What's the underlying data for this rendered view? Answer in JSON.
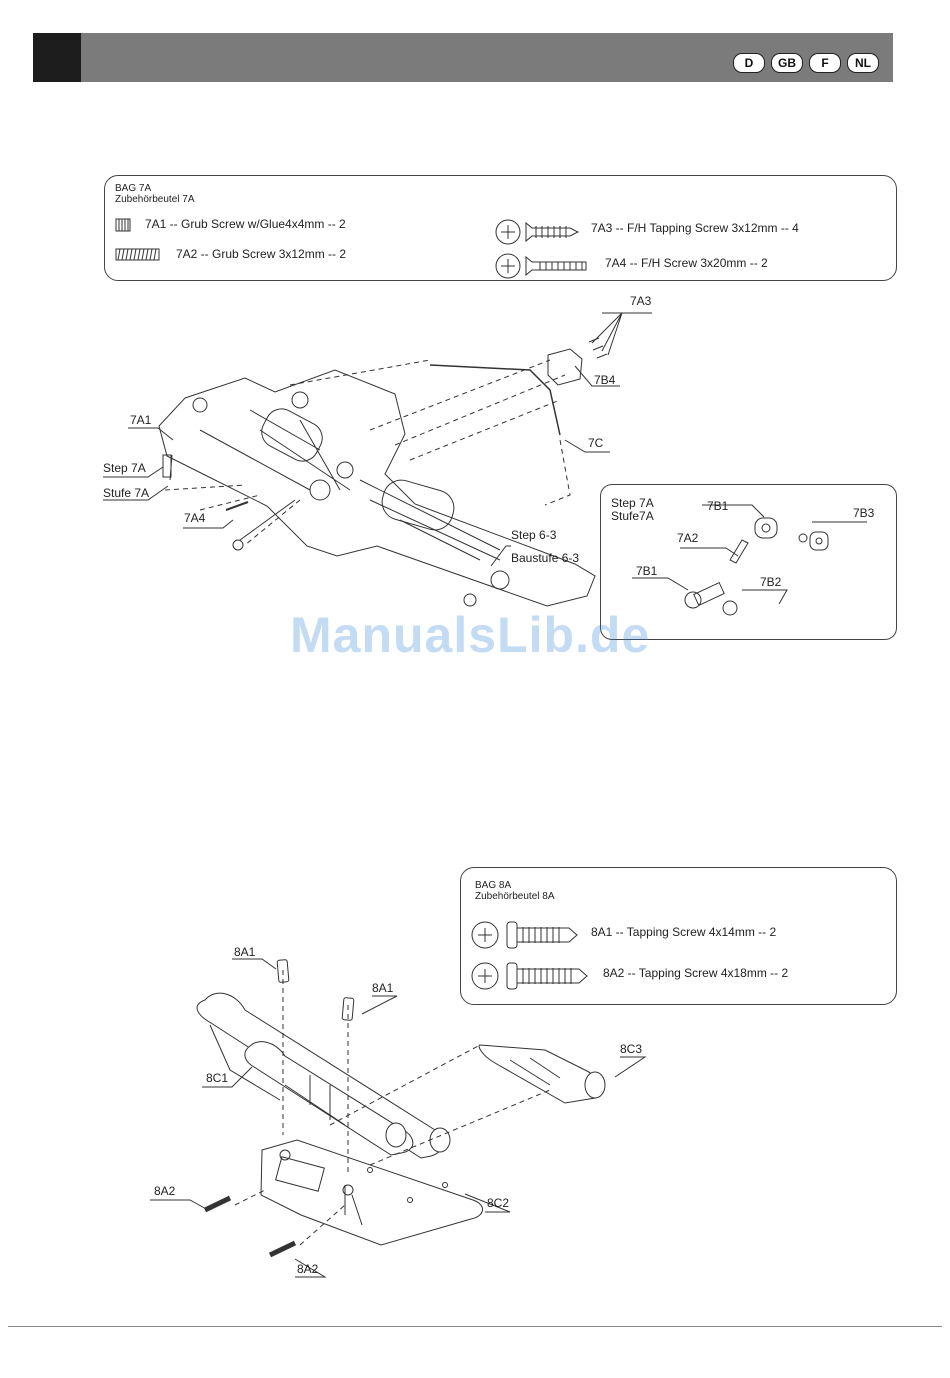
{
  "header": {
    "languages": [
      "D",
      "GB",
      "F",
      "NL"
    ]
  },
  "bag7a": {
    "title": "BAG 7A",
    "subtitle": "Zubehörbeutel 7A",
    "parts": [
      {
        "icon": "grub-screw-short-icon",
        "label": "7A1 -- Grub Screw w/Glue4x4mm -- 2"
      },
      {
        "icon": "grub-screw-long-icon",
        "label": "7A2 -- Grub Screw 3x12mm -- 2"
      },
      {
        "icon": "fh-tapping-screw-icon",
        "label": "7A3 -- F/H Tapping Screw 3x12mm -- 4"
      },
      {
        "icon": "fh-screw-icon",
        "label": "7A4 -- F/H Screw 3x20mm -- 2"
      }
    ]
  },
  "step7a_callouts": {
    "c7A3": "7A3",
    "c7B4": "7B4",
    "c7C": "7C",
    "c7A1": "7A1",
    "stepA": "Step 7A",
    "stufeA": "Stufe 7A",
    "c7A4": "7A4",
    "step63": "Step 6-3",
    "baustufe63": "Baustufe 6-3"
  },
  "inset": {
    "step": "Step 7A",
    "stufe": "Stufe7A",
    "c7B1a": "7B1",
    "c7B3": "7B3",
    "c7A2": "7A2",
    "c7B1b": "7B1",
    "c7B2": "7B2"
  },
  "watermark": "ManualsLib.de",
  "bag8a": {
    "title": "BAG 8A",
    "subtitle": "Zubehörbeutel 8A",
    "parts": [
      {
        "icon": "tapping-screw-4x14-icon",
        "label": "8A1 -- Tapping Screw 4x14mm -- 2"
      },
      {
        "icon": "tapping-screw-4x18-icon",
        "label": "8A2 -- Tapping Screw 4x18mm -- 2"
      }
    ]
  },
  "step8a_callouts": {
    "c8A1a": "8A1",
    "c8A1b": "8A1",
    "c8C1": "8C1",
    "c8C3": "8C3",
    "c8A2a": "8A2",
    "c8C2": "8C2",
    "c8A2b": "8A2"
  }
}
